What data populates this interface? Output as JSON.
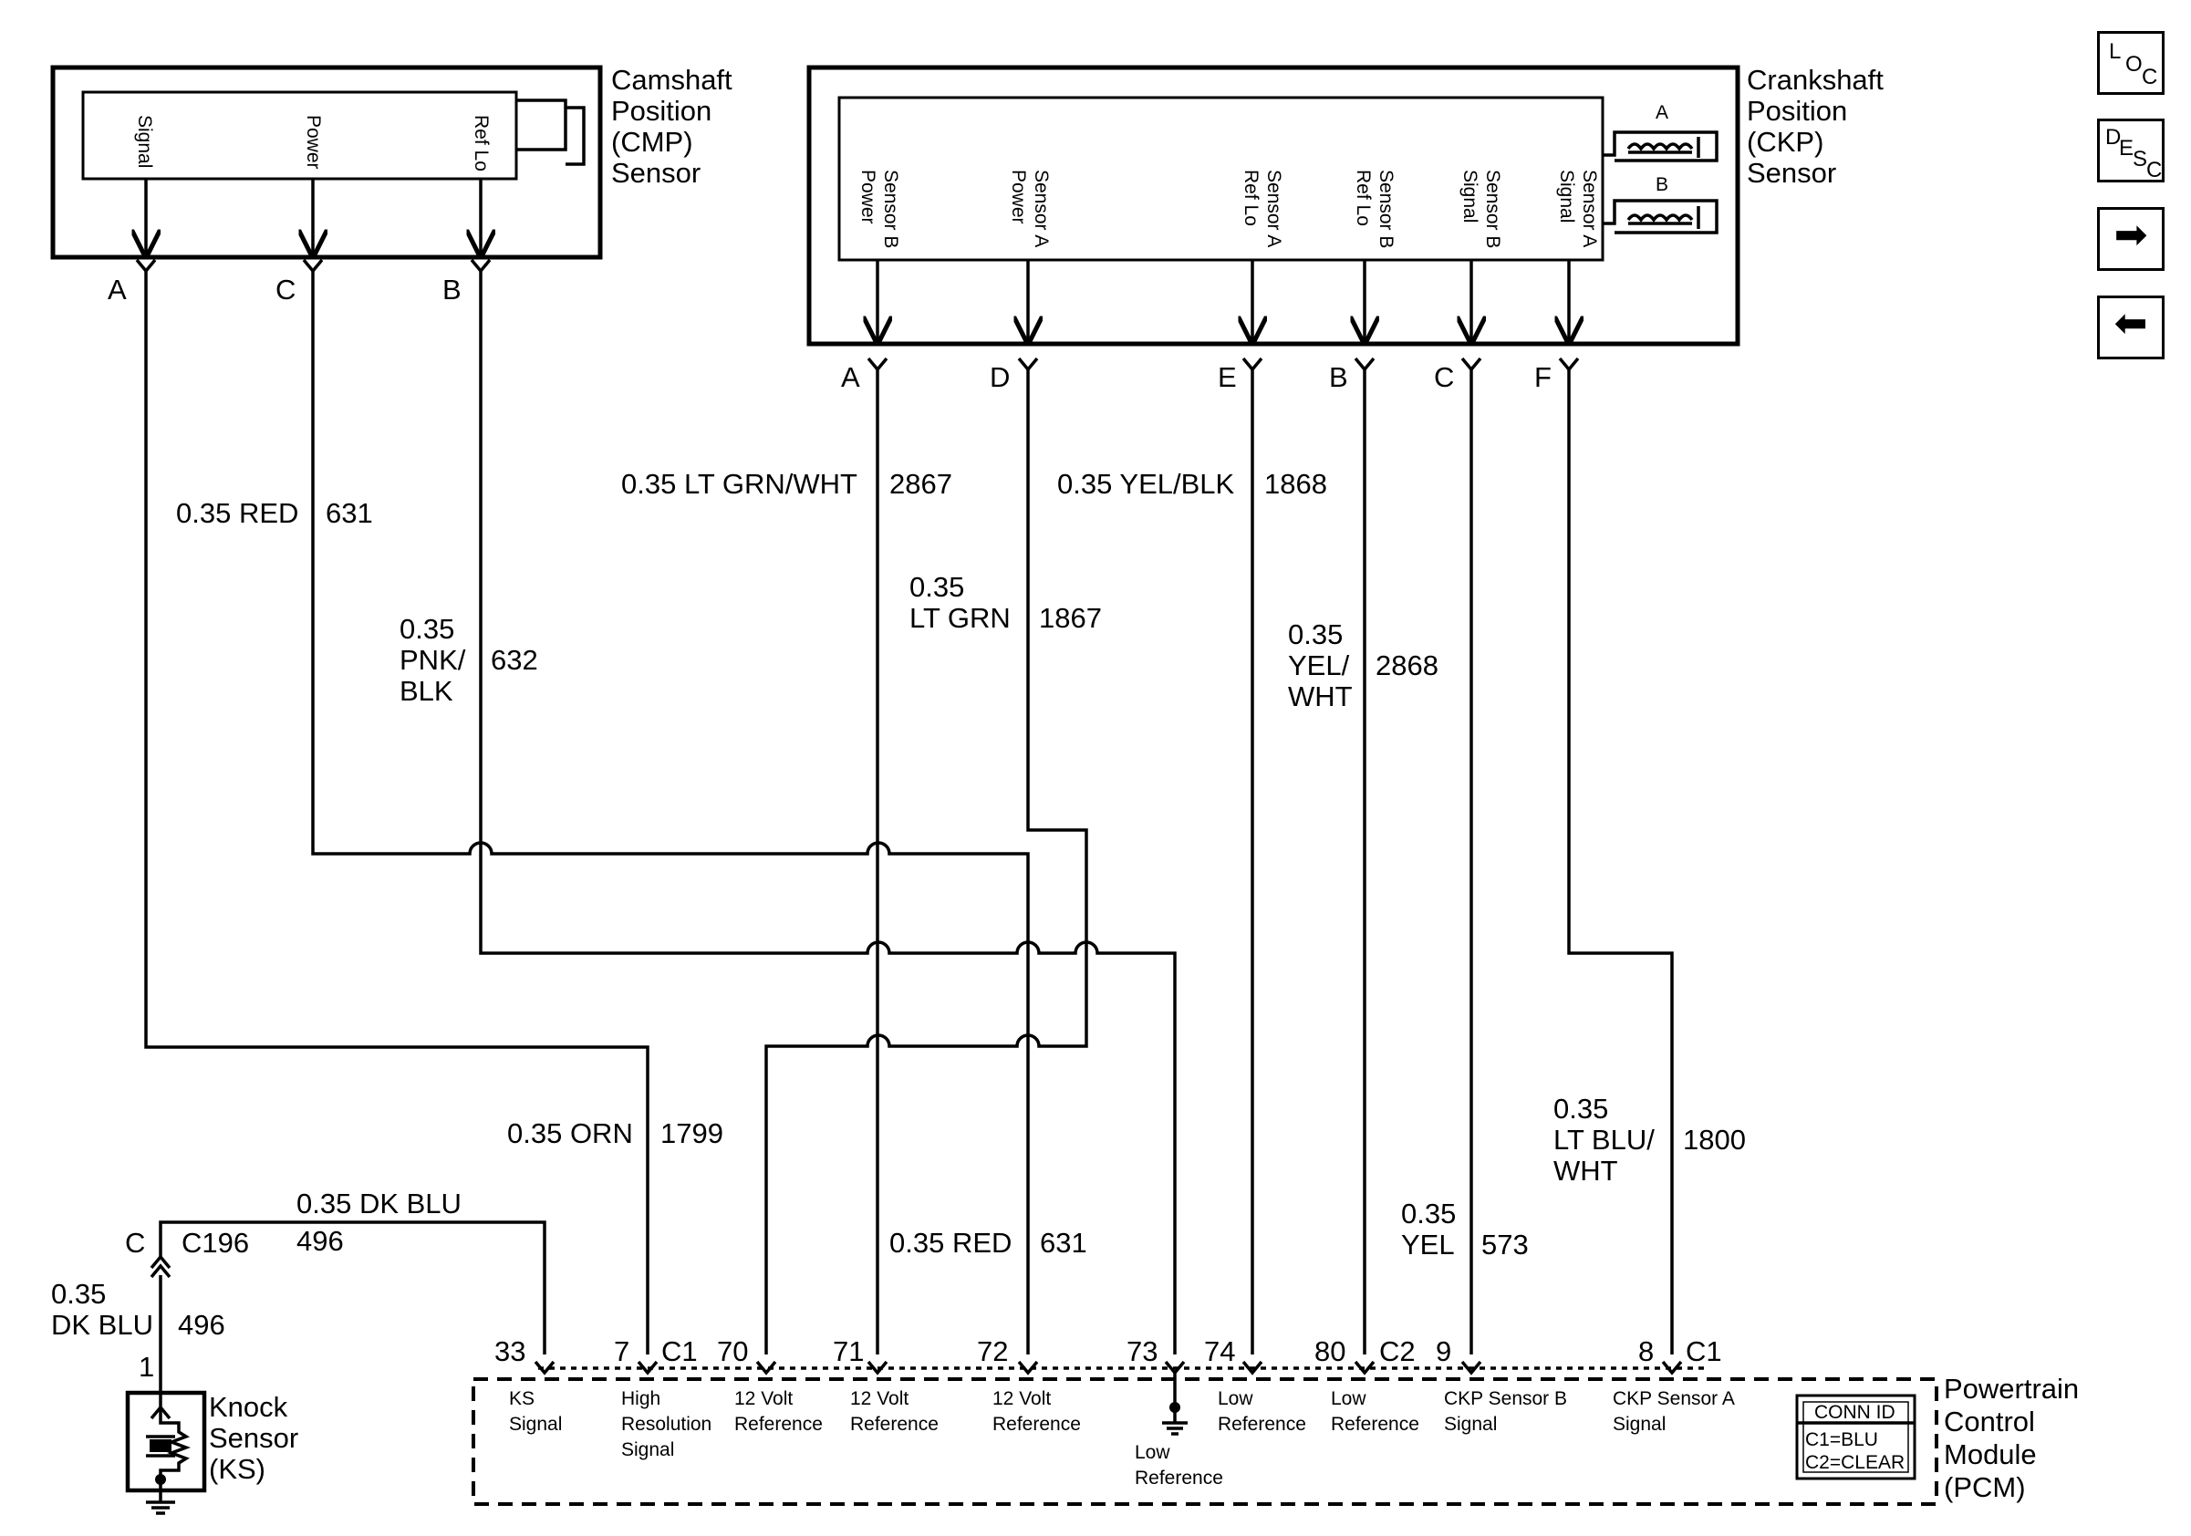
{
  "sensors": {
    "cmp": {
      "title_lines": [
        "Camshaft",
        "Position",
        "(CMP)",
        "Sensor"
      ],
      "pins": [
        "Signal",
        "Power",
        "Ref Lo"
      ]
    },
    "ckp": {
      "title_lines": [
        "Crankshaft",
        "Position",
        "(CKP)",
        "Sensor"
      ],
      "coil_a": "A",
      "coil_b": "B",
      "pins": [
        [
          "Sensor B",
          "Power"
        ],
        [
          "Sensor A",
          "Power"
        ],
        [
          "Sensor A",
          "Ref Lo"
        ],
        [
          "Sensor B",
          "Ref Lo"
        ],
        [
          "Sensor B",
          "Signal"
        ],
        [
          "Sensor A",
          "Signal"
        ]
      ]
    },
    "ks": {
      "title_lines": [
        "Knock",
        "Sensor",
        "(KS)"
      ]
    }
  },
  "terminals": {
    "cmp": [
      "A",
      "C",
      "B"
    ],
    "ckp": [
      "A",
      "D",
      "E",
      "B",
      "C",
      "F"
    ]
  },
  "wires": [
    {
      "id": "w1",
      "lines": [
        "0.35 RED"
      ],
      "circuit": "631"
    },
    {
      "id": "w2",
      "lines": [
        "0.35",
        "PNK/",
        "BLK"
      ],
      "circuit": "632"
    },
    {
      "id": "w3",
      "lines": [
        "0.35 LT GRN/WHT"
      ],
      "circuit": "2867"
    },
    {
      "id": "w4",
      "lines": [
        "0.35",
        "LT GRN"
      ],
      "circuit": "1867"
    },
    {
      "id": "w5",
      "lines": [
        "0.35 YEL/BLK"
      ],
      "circuit": "1868"
    },
    {
      "id": "w6",
      "lines": [
        "0.35",
        "YEL/",
        "WHT"
      ],
      "circuit": "2868"
    },
    {
      "id": "w7",
      "lines": [
        "0.35 ORN"
      ],
      "circuit": "1799"
    },
    {
      "id": "w8",
      "lines": [
        "0.35",
        "LT BLU/",
        "WHT"
      ],
      "circuit": "1800"
    },
    {
      "id": "w9",
      "lines": [
        "0.35 RED"
      ],
      "circuit": "631"
    },
    {
      "id": "w10",
      "lines": [
        "0.35",
        "YEL"
      ],
      "circuit": "573"
    },
    {
      "id": "w11",
      "lines": [
        "0.35 DK BLU"
      ],
      "circuit": "496"
    },
    {
      "id": "w12",
      "lines": [
        "0.35",
        "DK BLU"
      ],
      "circuit": "496"
    }
  ],
  "connector_c196": {
    "name": "C196",
    "pin_letter": "C",
    "pin_number": "1"
  },
  "pcm": {
    "title_lines": [
      "Powertrain",
      "Control",
      "Module",
      "(PCM)"
    ],
    "connectors": [
      "C1",
      "C2",
      "C1"
    ],
    "pins": [
      {
        "num": "33",
        "label": [
          "KS",
          "Signal"
        ]
      },
      {
        "num": "7",
        "label": [
          "High",
          "Resolution",
          "Signal"
        ]
      },
      {
        "num": "70",
        "label": [
          "12 Volt",
          "Reference"
        ]
      },
      {
        "num": "71",
        "label": [
          "12 Volt",
          "Reference"
        ]
      },
      {
        "num": "72",
        "label": [
          "12 Volt",
          "Reference"
        ]
      },
      {
        "num": "73",
        "label": [
          "Low",
          "Reference"
        ]
      },
      {
        "num": "74",
        "label": [
          "Low",
          "Reference"
        ]
      },
      {
        "num": "80",
        "label": [
          "Low",
          "Reference"
        ]
      },
      {
        "num": "9",
        "label": [
          "CKP Sensor B",
          "Signal"
        ]
      },
      {
        "num": "8",
        "label": [
          "CKP Sensor A",
          "Signal"
        ]
      }
    ],
    "conn_id": {
      "title": "CONN ID",
      "rows": [
        "C1=BLU",
        "C2=CLEAR"
      ]
    }
  },
  "nav": {
    "loc": [
      "L",
      "O",
      "C"
    ],
    "desc": [
      "D",
      "E",
      "S",
      "C"
    ],
    "next_icon": "arrow-right-icon",
    "prev_icon": "arrow-left-icon",
    "next_glyph": "➡",
    "prev_glyph": "⬅"
  }
}
